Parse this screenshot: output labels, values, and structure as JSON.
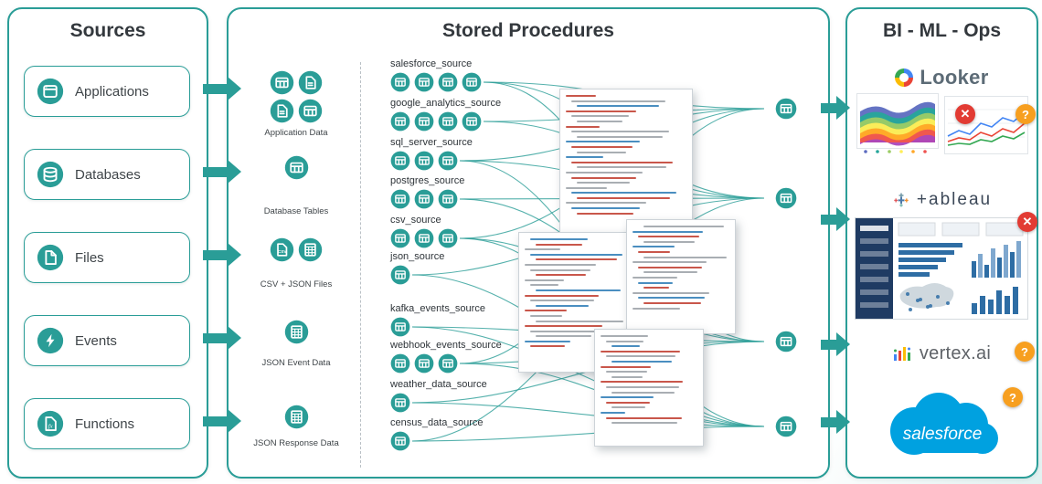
{
  "colors": {
    "teal": "#2a9d97",
    "panel_border": "#2a9d97",
    "title_text": "#33383d",
    "error": "#e23b33",
    "warning": "#f79f1f",
    "salesforce_blue": "#00a1e0",
    "tableau_navy": "#1f3b63",
    "tableau_bar": "#2e6da4",
    "looker_text": "#5c6b76",
    "code_red": "#c0392b",
    "code_blue": "#2a7ab5",
    "code_gray": "#9aa0a6"
  },
  "sources_panel": {
    "title": "Sources",
    "items": [
      {
        "label": "Applications",
        "icon": "application-icon",
        "glyph": "app"
      },
      {
        "label": "Databases",
        "icon": "database-icon",
        "glyph": "db"
      },
      {
        "label": "Files",
        "icon": "file-icon",
        "glyph": "file"
      },
      {
        "label": "Events",
        "icon": "events-icon",
        "glyph": "bolt"
      },
      {
        "label": "Functions",
        "icon": "functions-icon",
        "glyph": "fx"
      }
    ]
  },
  "staging_column": {
    "groups": [
      {
        "label": "Application Data",
        "icons": [
          "table",
          "doc",
          "doc",
          "table"
        ]
      },
      {
        "label": "Database Tables",
        "icons": [
          "table"
        ]
      },
      {
        "label": "CSV + JSON Files",
        "icons": [
          "csv",
          "sheet"
        ]
      },
      {
        "label": "JSON Event Data",
        "icons": [
          "sheet"
        ]
      },
      {
        "label": "JSON Response Data",
        "icons": [
          "sheet"
        ]
      }
    ]
  },
  "procedures_panel": {
    "title": "Stored Procedures",
    "groups": [
      {
        "name": "salesforce_source",
        "tables": 4,
        "targets": [
          0,
          1,
          2
        ]
      },
      {
        "name": "google_analytics_source",
        "tables": 4,
        "targets": [
          0,
          1
        ]
      },
      {
        "name": "sql_server_source",
        "tables": 3,
        "targets": [
          0,
          1,
          3
        ]
      },
      {
        "name": "postgres_source",
        "tables": 3,
        "targets": [
          1,
          2
        ]
      },
      {
        "name": "csv_source",
        "tables": 3,
        "targets": [
          0,
          2,
          3
        ]
      },
      {
        "name": "json_source",
        "tables": 1,
        "targets": [
          1,
          3
        ]
      },
      {
        "name": "kafka_events_source",
        "tables": 1,
        "targets": [
          2,
          3
        ]
      },
      {
        "name": "webhook_events_source",
        "tables": 3,
        "targets": [
          0,
          2,
          3
        ]
      },
      {
        "name": "weather_data_source",
        "tables": 1,
        "targets": [
          2,
          3
        ]
      },
      {
        "name": "census_data_source",
        "tables": 1,
        "targets": [
          1,
          3
        ]
      }
    ],
    "output_count": 4,
    "code_panel_count": 4
  },
  "bi_panel": {
    "title": "BI - ML - Ops",
    "tools": [
      {
        "name": "Looker",
        "badges": [
          "error",
          "warning"
        ]
      },
      {
        "name": "+ableau",
        "badges": [
          "error"
        ]
      },
      {
        "name": "vertex.ai",
        "badges": [
          "warning"
        ]
      },
      {
        "name": "salesforce",
        "badges": [
          "warning"
        ]
      }
    ]
  }
}
